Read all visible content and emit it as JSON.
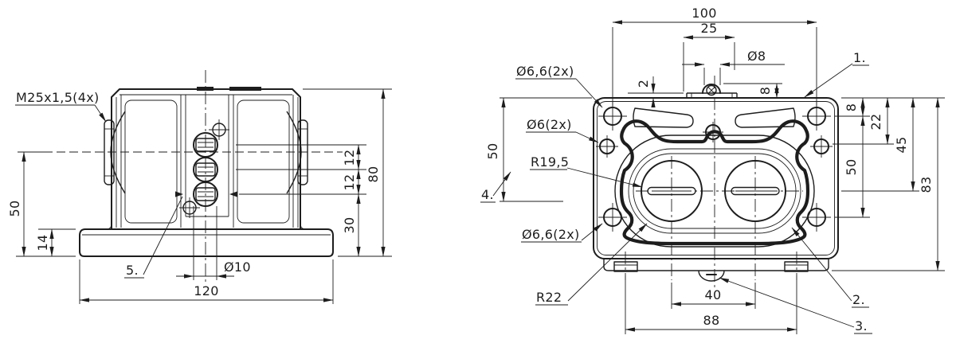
{
  "colors": {
    "background": "#ffffff",
    "line": "#1d1d1d"
  },
  "views": {
    "side_view": {
      "labels": {
        "thread": "M25x1,5(4x)",
        "callout_5": "5."
      },
      "dims": {
        "h50": "50",
        "h14": "14",
        "w120": "120",
        "d10": "Ø10",
        "p12a": "12",
        "p12b": "12",
        "h30": "30",
        "h80": "80"
      }
    },
    "front_view": {
      "labels": {
        "d66_top": "Ø6,6(2x)",
        "d6": "Ø6(2x)",
        "r195": "R19,5",
        "d66_bottom": "Ø6,6(2x)",
        "r22": "R22",
        "callout_1": "1.",
        "callout_2": "2.",
        "callout_3": "3.",
        "callout_4": "4."
      },
      "dims": {
        "w100": "100",
        "w25": "25",
        "d8": "Ø8",
        "h2": "2",
        "h8_top": "8",
        "h8_right": "8",
        "h22": "22",
        "h45": "45",
        "h50_right": "50",
        "h83": "83",
        "h50_left": "50",
        "w40": "40",
        "w88": "88"
      }
    }
  }
}
